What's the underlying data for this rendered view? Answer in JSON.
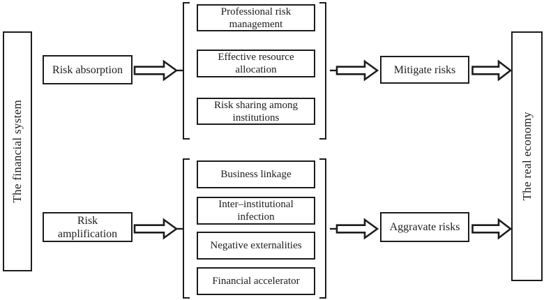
{
  "diagram": {
    "financial_system_label": "The financial system",
    "real_economy_label": "The real economy",
    "top_flow": {
      "source": "Risk absorption",
      "mechanisms": [
        "Professional risk\nmanagement",
        "Effective resource\nallocation",
        "Risk sharing among\ninstitutions"
      ],
      "outcome": "Mitigate risks"
    },
    "bottom_flow": {
      "source": "Risk\namplification",
      "mechanisms": [
        "Business linkage",
        "Inter–institutional\ninfection",
        "Negative externalities",
        "Financial accelerator"
      ],
      "outcome": "Aggravate risks"
    },
    "colors": {
      "line": "#1c1c1c",
      "background": "#ffffff"
    }
  }
}
